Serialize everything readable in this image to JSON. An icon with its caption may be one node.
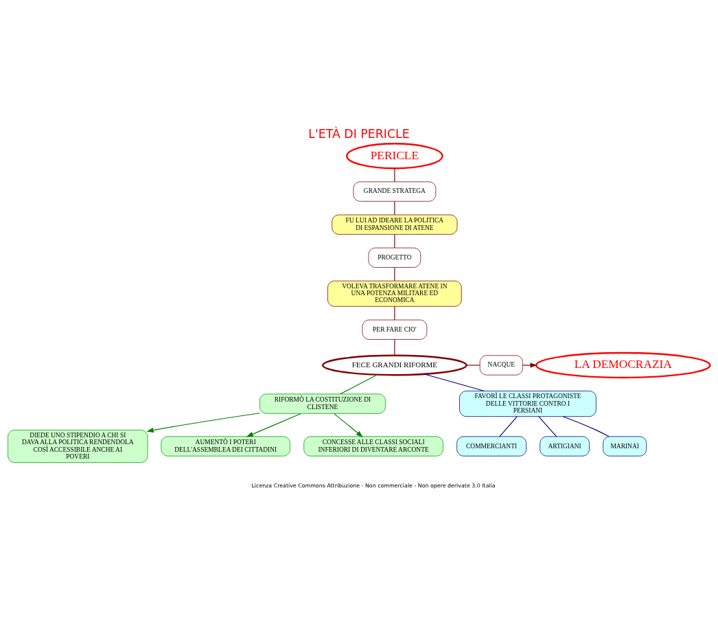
{
  "diagram": {
    "title": "L'ETÀ DI PERICLE",
    "nodes": [
      {
        "text": [
          "PERICLE"
        ]
      },
      {
        "text": [
          "GRANDE STRATEGA"
        ]
      },
      {
        "text": [
          "FU LUI AD IDEARE LA POLITICA DI ESPANSIONE DI ATENE"
        ]
      },
      {
        "text": [
          "PROGETTO"
        ]
      },
      {
        "text": [
          "VOLEVA TRASFORMARE ATENE IN UNA POTENZA MILITARE ED ECONOMICA"
        ]
      },
      {
        "text": [
          "PER FARE CIO'"
        ]
      },
      {
        "text": [
          "FECE GRANDI RIFORME"
        ]
      },
      {
        "text": [
          "NACQUE"
        ]
      },
      {
        "text": [
          "LA DEMOCRAZIA"
        ]
      },
      {
        "text": [
          "RIFORMÒ LA COSTITUZIONE DI CLISTENE"
        ]
      },
      {
        "text": [
          "FAVORÌ LE CLASSI PROTAGONISTE DELLE VITTORIE CONTRO I PERSIANI"
        ]
      },
      {
        "text": [
          "DIEDE UNO STIPENDIO A CHI SI DAVA ALLA POLITICA RENDENDOLA COSÌ ACCESSIBILE ANCHE AI POVERI"
        ]
      },
      {
        "text": [
          "AUMENTÒ I POTERI DELL'ASSEMBLEA DEI CITTADINI"
        ]
      },
      {
        "text": [
          "CONCESSE ALLE CLASSI SOCIALI INFERIORI DI DIVENTARE ARCONTE"
        ]
      },
      {
        "text": [
          "COMMERCIANTI"
        ]
      },
      {
        "text": [
          "ARTIGIANI"
        ]
      },
      {
        "text": [
          "MARINAI"
        ]
      }
    ],
    "edges": [
      {
        "from": 0,
        "to": 1,
        "arrow": "none"
      },
      {
        "from": 1,
        "to": 2,
        "arrow": "none"
      },
      {
        "from": 2,
        "to": 3,
        "arrow": "none"
      },
      {
        "from": 3,
        "to": 4,
        "arrow": "none"
      },
      {
        "from": 4,
        "to": 5,
        "arrow": "none"
      },
      {
        "from": 5,
        "to": 6,
        "arrow": "none"
      },
      {
        "from": 6,
        "to": 7,
        "arrow": "none"
      },
      {
        "from": 7,
        "to": 8,
        "arrow": "to"
      },
      {
        "from": 6,
        "to": 9,
        "arrow": "none",
        "color": "#008000"
      },
      {
        "from": 6,
        "to": 10,
        "arrow": "none",
        "color": "#000080"
      },
      {
        "from": 9,
        "to": 11,
        "arrow": "to",
        "color": "#008000"
      },
      {
        "from": 9,
        "to": 12,
        "arrow": "to",
        "color": "#008000"
      },
      {
        "from": 9,
        "to": 13,
        "arrow": "to",
        "color": "#008000"
      },
      {
        "from": 10,
        "to": 14,
        "arrow": "none",
        "color": "#000080"
      },
      {
        "from": 10,
        "to": 15,
        "arrow": "none",
        "color": "#000080"
      },
      {
        "from": 10,
        "to": 16,
        "arrow": "none",
        "color": "#000080"
      }
    ],
    "labels": [
      "Licenza Creative Commons Attribuzione - Non commerciale - Non opere derivate 3.0 Italia"
    ]
  }
}
